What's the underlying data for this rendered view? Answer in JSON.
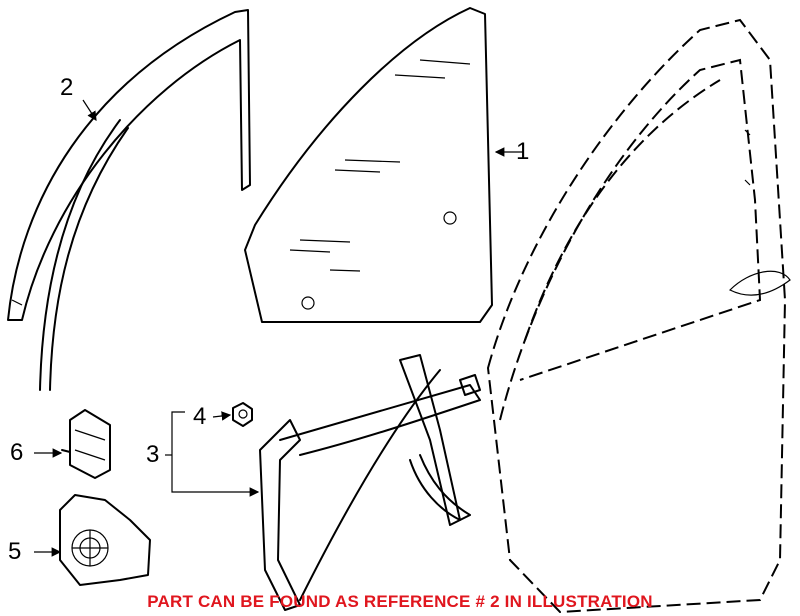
{
  "callouts": {
    "c1": "1",
    "c2": "2",
    "c3": "3",
    "c4": "4",
    "c5": "5",
    "c6": "6"
  },
  "notice": "PART CAN BE FOUND AS REFERENCE # 2 IN ILLUSTRATION",
  "colors": {
    "notice": "#e0161e",
    "lines": "#000000"
  }
}
